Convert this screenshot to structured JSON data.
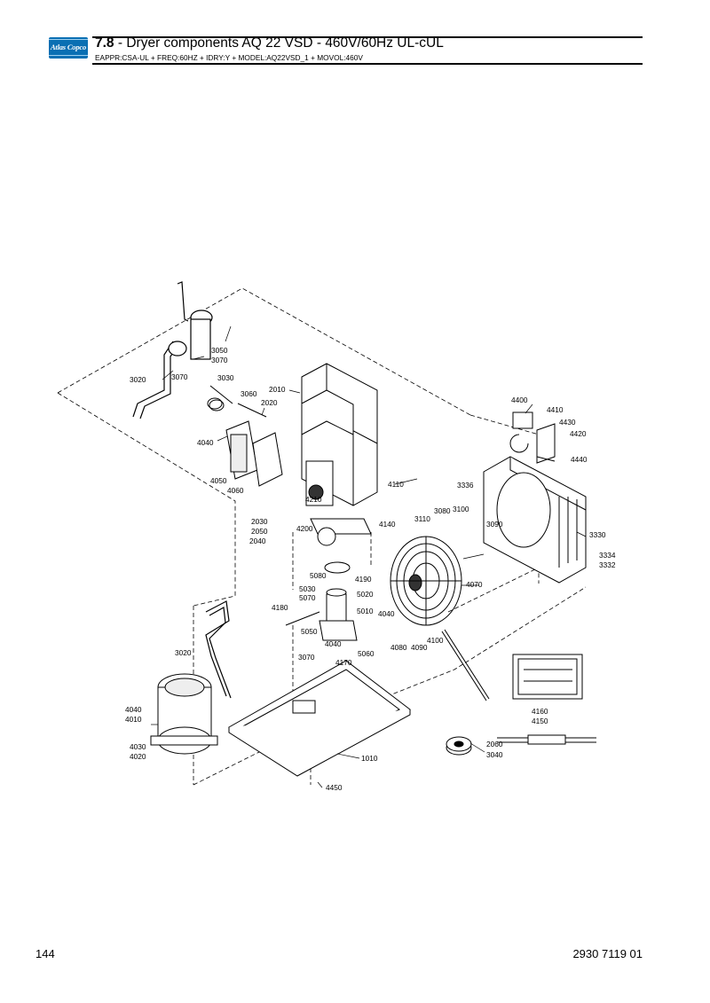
{
  "header": {
    "section_number": "7.8",
    "title_rest": " - Dryer components AQ 22 VSD - 460V/60Hz UL-cUL",
    "subtitle": "EAPPR:CSA-UL + FREQ:60HZ + IDRY:Y + MODEL:AQ22VSD_1 + MOVOL:460V",
    "logo_text": "Atlas Copco"
  },
  "footer": {
    "page_number": "144",
    "document_number": "2930 7119 01"
  },
  "callouts": [
    "3050",
    "3070",
    "3020",
    "3070",
    "3030",
    "3060",
    "2010",
    "2020",
    "4040",
    "4050",
    "4060",
    "4210",
    "2030",
    "2050",
    "2040",
    "4200",
    "4400",
    "4410",
    "4430",
    "4420",
    "4440",
    "4110",
    "3336",
    "3080",
    "3100",
    "3110",
    "3090",
    "3330",
    "4140",
    "3334",
    "3332",
    "5080",
    "4190",
    "5030",
    "5070",
    "5020",
    "4070",
    "4180",
    "5010",
    "4040",
    "5050",
    "4040",
    "5060",
    "4100",
    "4080",
    "4090",
    "3020",
    "3070",
    "4170",
    "4040",
    "4010",
    "4030",
    "4020",
    "1010",
    "4450",
    "4160",
    "4150",
    "2060",
    "3040"
  ]
}
